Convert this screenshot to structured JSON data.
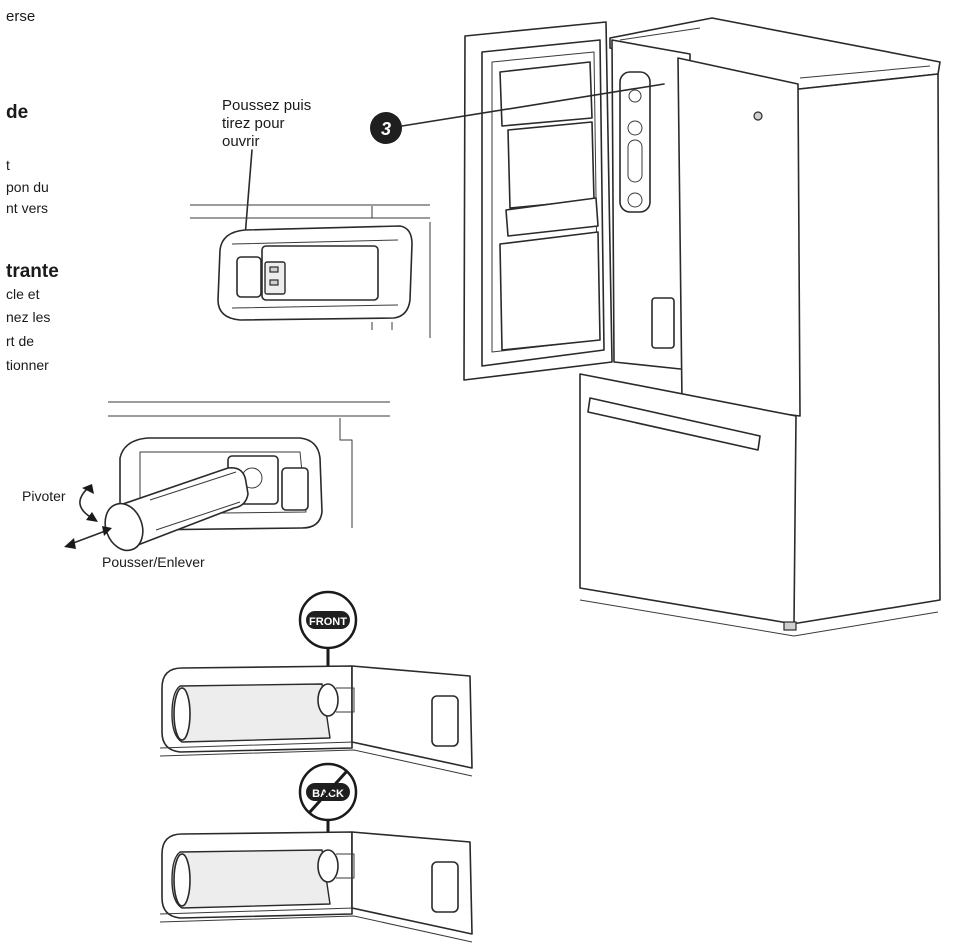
{
  "left_column": {
    "line1": "erse",
    "heading1": "de",
    "line2": "t",
    "line3": "pon du",
    "line4": "nt vers",
    "heading2": "trante",
    "line5": "cle et",
    "line6": "nez les",
    "line7": "rt de",
    "line8": "tionner"
  },
  "callouts": {
    "push_pull_line1": "Poussez puis",
    "push_pull_line2": "tirez pour",
    "push_pull_line3": "ouvrir",
    "rotate": "Pivoter",
    "push_remove": "Pousser/Enlever",
    "step_number": "3",
    "front_badge": "FRONT",
    "back_badge": "BACK"
  },
  "colors": {
    "ink": "#1a1a1a",
    "badge": "#1f1f1f",
    "cartridge": "#ededed"
  },
  "icons": {
    "step_marker": "number-circle-icon",
    "front_marker": "front-badge-icon",
    "back_marker": "prohibited-back-badge-icon"
  }
}
